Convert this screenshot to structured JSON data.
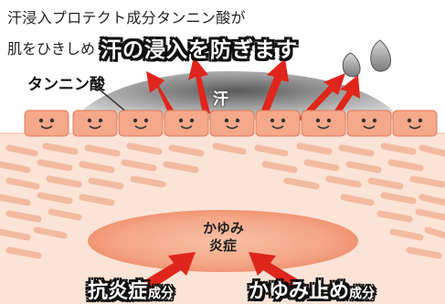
{
  "headline": {
    "line1": "汗浸入プロテクト成分タンニン酸が",
    "line2_prefix": "肌をひきしめ",
    "line2_emphasis": "汗の浸入を防ぎます"
  },
  "labels": {
    "tannin": "タンニン酸",
    "sweat": "汗",
    "itch_line1": "かゆみ",
    "itch_line2": "炎症"
  },
  "bottom": {
    "left_main": "抗炎症",
    "left_small": "成分",
    "right_main": "かゆみ止め",
    "right_small": "成分"
  },
  "colors": {
    "skin_band": "#fbe3d6",
    "cell_fill": "#f5a88a",
    "cell_outline": "#e07a5a",
    "arrow_red": "#e0261c",
    "sweat_gray": "#8a8a8a",
    "inflammation": "#f4a585"
  }
}
